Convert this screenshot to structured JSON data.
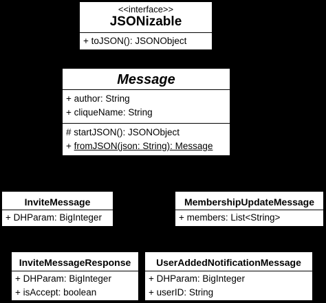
{
  "classes": {
    "jsonizable": {
      "stereotype": "<<interface>>",
      "name": "JSONizable",
      "operations": [
        "+ toJSON(): JSONObject"
      ]
    },
    "message": {
      "name": "Message",
      "attributes": [
        "+ author: String",
        "+ cliqueName: String"
      ],
      "operations": [
        "# startJSON(): JSONObject"
      ],
      "static_operation": {
        "visibility": "+ ",
        "text": "fromJSON(json: String): Message"
      }
    },
    "invite_message": {
      "name": "InviteMessage",
      "attributes": [
        "+ DHParam: BigInteger"
      ]
    },
    "membership_update_message": {
      "name": "MembershipUpdateMessage",
      "attributes": [
        "+ members: List<String>"
      ]
    },
    "invite_message_response": {
      "name": "InviteMessageResponse",
      "attributes": [
        "+ DHParam: BigInteger",
        "+ isAccept: boolean"
      ]
    },
    "user_added_notification_message": {
      "name": "UserAddedNotificationMessage",
      "attributes": [
        "+ DHParam: BigInteger",
        "+ userID: String"
      ]
    }
  },
  "colors": {
    "background": "#000000",
    "box_fill": "#ffffff",
    "line": "#000000"
  }
}
